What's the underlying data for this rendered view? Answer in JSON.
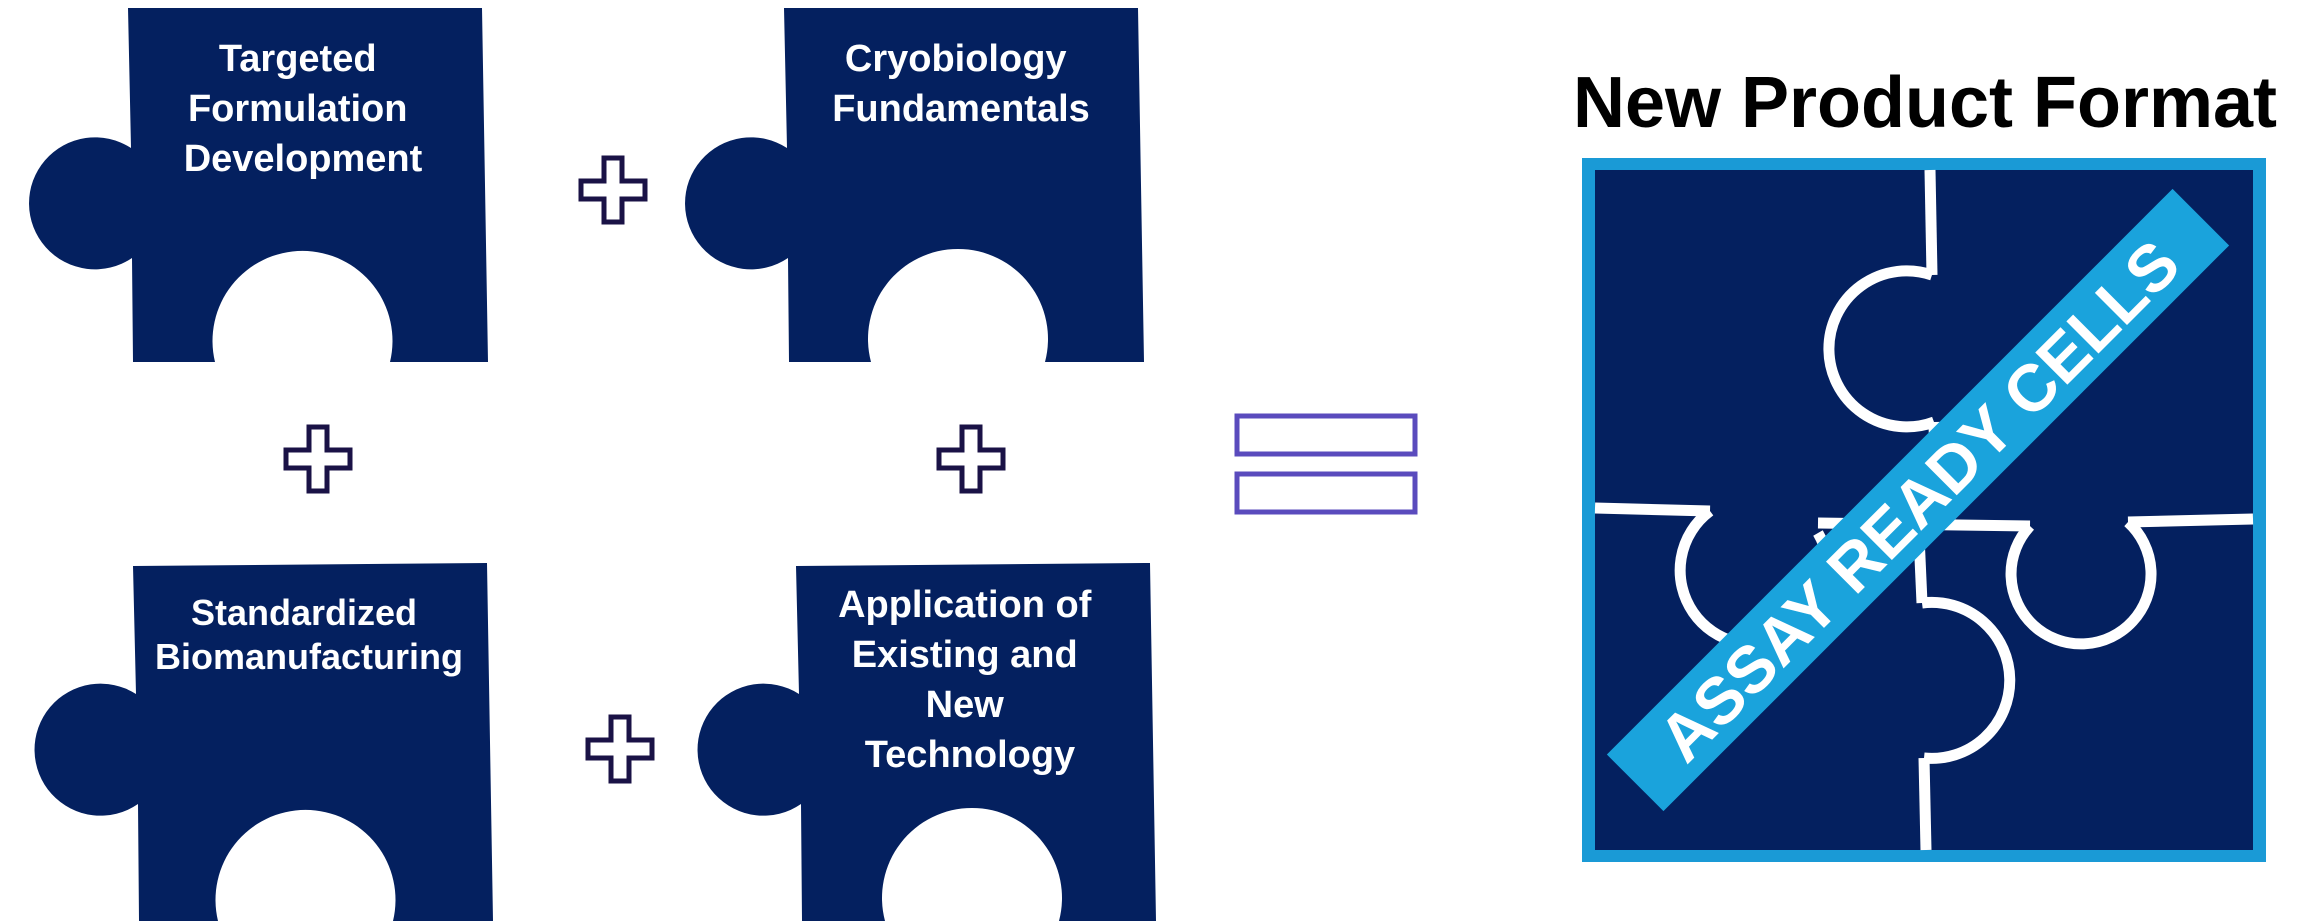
{
  "pieces": {
    "top_left": {
      "lines": [
        "Targeted",
        "Formulation",
        "Development"
      ]
    },
    "top_right": {
      "lines": [
        "Cryobiology",
        "Fundamentals"
      ]
    },
    "bottom_left": {
      "lines": [
        "Standardized",
        "Biomanufacturing"
      ]
    },
    "bottom_right": {
      "lines": [
        "Application of",
        "Existing and",
        "New",
        "Technology"
      ]
    }
  },
  "operators": {
    "plus": "+",
    "equals": "="
  },
  "result": {
    "title": "New Product Format",
    "banner": "ASSAY READY CELLS"
  },
  "colors": {
    "navy": "#04205f",
    "plus_outline": "#1a1246",
    "equals_outline": "#5a4bbd",
    "frame_blue": "#1a9ad6",
    "banner_blue": "#1aa3dc",
    "text_white": "#ffffff",
    "title_black": "#000000"
  }
}
